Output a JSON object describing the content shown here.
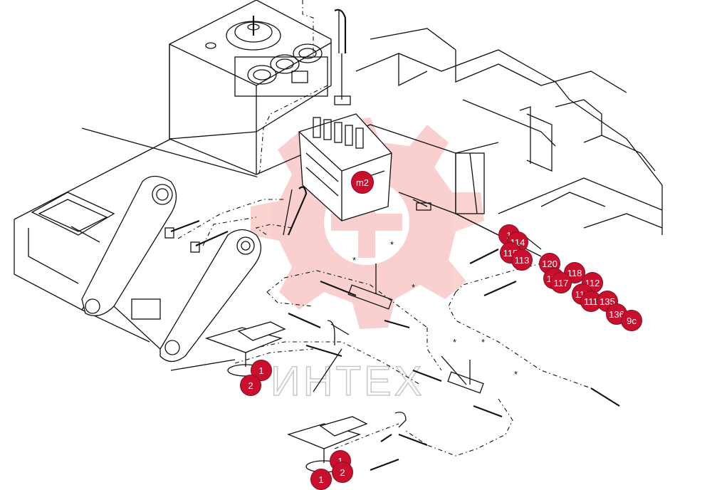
{
  "diagram": {
    "watermark": {
      "brand_text": "ИНТЕХ",
      "colors": {
        "gear": "#e8302a",
        "text": "#c8c8c8"
      }
    },
    "accent_color": "#c8102e",
    "callouts": [
      {
        "id": "m2",
        "label": "m2"
      },
      {
        "id": "114a",
        "label": "1"
      },
      {
        "id": "114",
        "label": "114"
      },
      {
        "id": "115",
        "label": "115"
      },
      {
        "id": "113",
        "label": "113"
      },
      {
        "id": "120",
        "label": "120"
      },
      {
        "id": "118",
        "label": "118"
      },
      {
        "id": "119",
        "label": "119"
      },
      {
        "id": "117",
        "label": "117"
      },
      {
        "id": "112",
        "label": "112"
      },
      {
        "id": "110",
        "label": "110"
      },
      {
        "id": "111",
        "label": "111"
      },
      {
        "id": "135",
        "label": "135"
      },
      {
        "id": "136",
        "label": "136"
      },
      {
        "id": "9c",
        "label": "9c"
      },
      {
        "id": "1a",
        "label": "1"
      },
      {
        "id": "2a",
        "label": "2"
      },
      {
        "id": "1b",
        "label": "1"
      },
      {
        "id": "2b",
        "label": "2"
      },
      {
        "id": "3b",
        "label": "1"
      }
    ],
    "markers": [
      "*",
      "*",
      "*",
      "*",
      "*",
      "*"
    ]
  }
}
